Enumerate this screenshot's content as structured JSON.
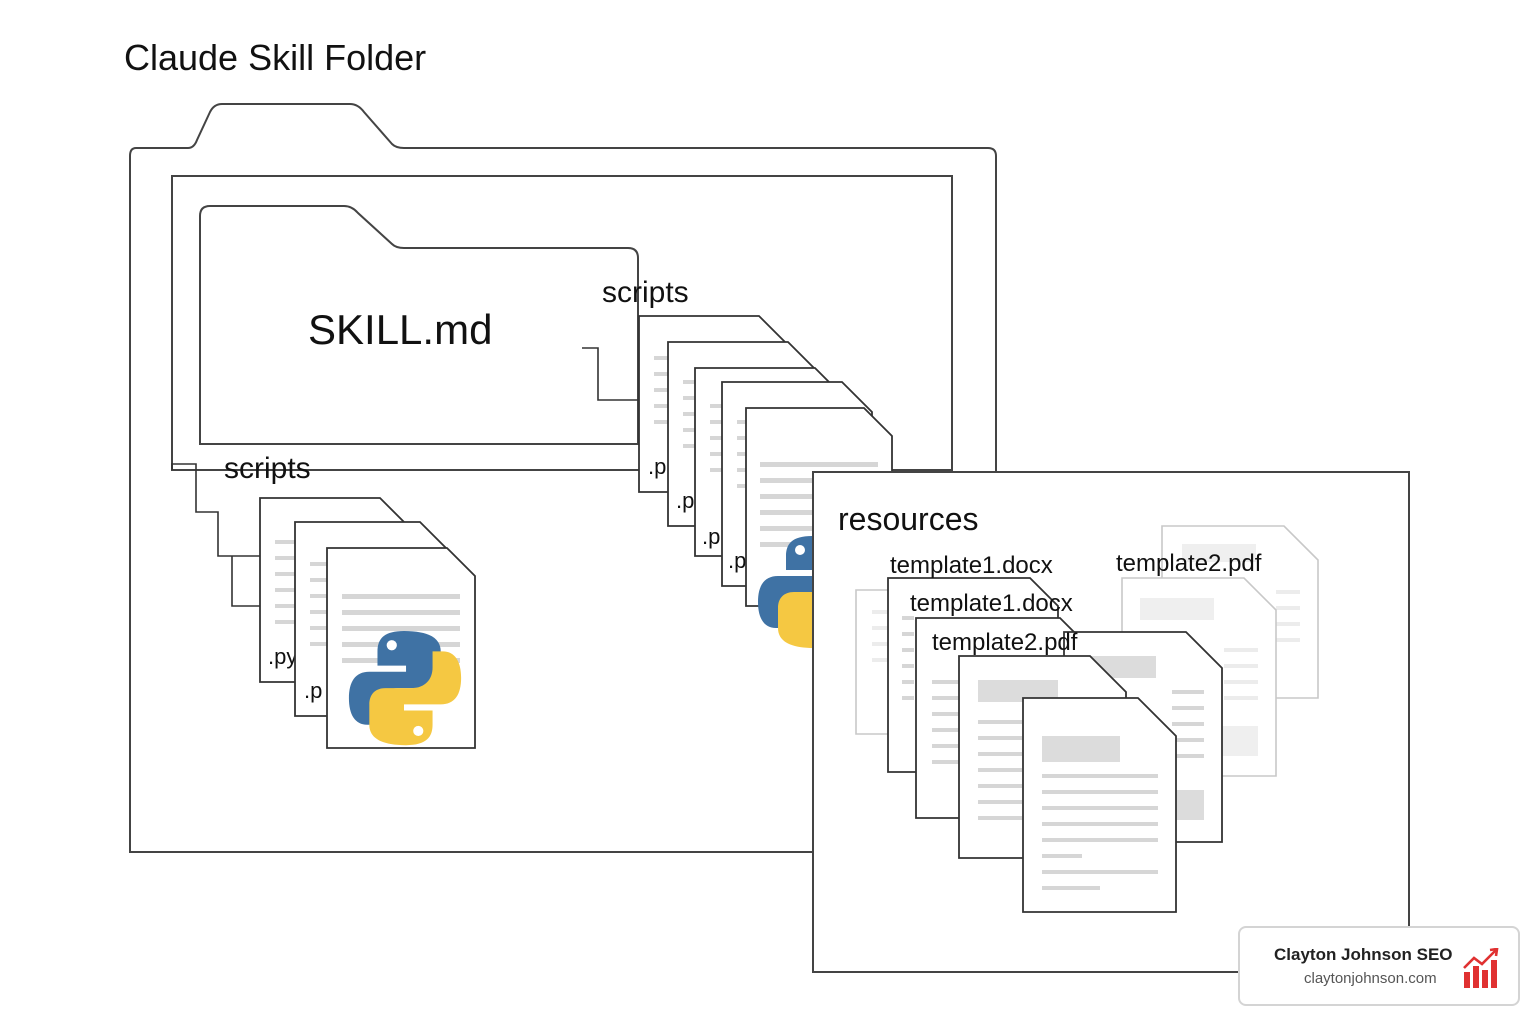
{
  "title": "Claude Skill Folder",
  "skill_file": "SKILL.md",
  "scripts_label_left": "scripts",
  "scripts_label_right": "scripts",
  "left_file_exts": [
    ".py",
    ".p"
  ],
  "right_file_exts": [
    ".p",
    ".p",
    ".p",
    ".p"
  ],
  "resources": {
    "label": "resources",
    "files": [
      "template1.docx",
      "template1.docx",
      "template2.pdf",
      "template2.pdf"
    ]
  },
  "icons": {
    "python": "python-logo-icon",
    "chart": "bar-chart-trend-icon"
  },
  "colors": {
    "python_blue": "#3f72a4",
    "python_yellow": "#f5c842",
    "brand_red": "#e03131"
  },
  "brand": {
    "name": "Clayton Johnson SEO",
    "url": "claytonjohnson.com"
  }
}
